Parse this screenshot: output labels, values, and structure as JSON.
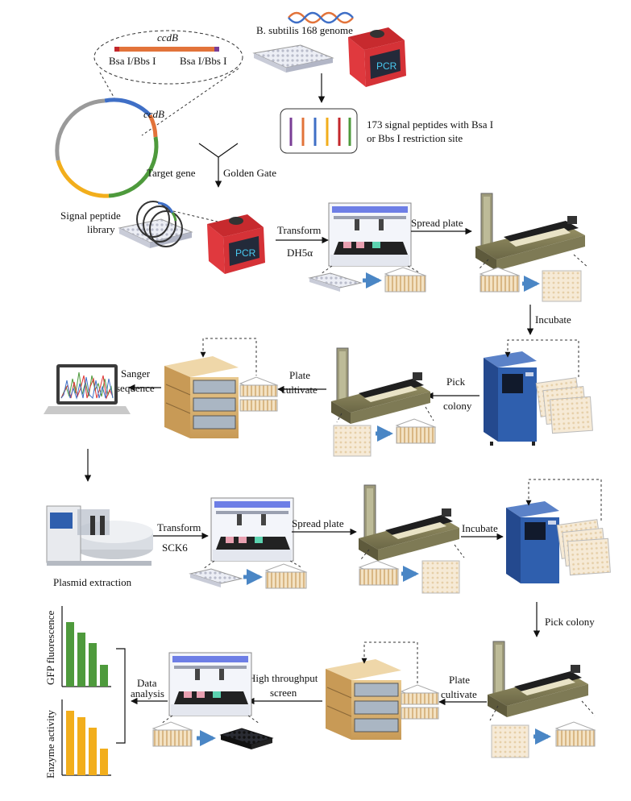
{
  "plasmid": {
    "ccdb_insert_label": "ccdB",
    "site_left": "Bsa I/Bbs I",
    "site_right": "Bsa I/Bbs I",
    "ccdb_plasmid_label": "ccdB",
    "target_gene": "Target gene"
  },
  "genome": "B. subtilis 168 genome",
  "pcr_label": "PCR",
  "signal_peptides": {
    "line1": "173 signal peptides with Bsa I",
    "line2": "or Bbs I restriction site"
  },
  "golden_gate": "Golden Gate",
  "library": {
    "line1": "Signal peptide",
    "line2": "library"
  },
  "transform1": {
    "line1": "Transform",
    "line2": "DH5α"
  },
  "spread_plate_1": "Spread plate",
  "incubate_1": "Incubate",
  "pick_colony_1": {
    "line1": "Pick",
    "line2": "colony"
  },
  "plate_cultivate_1": {
    "line1": "Plate",
    "line2": "cultivate"
  },
  "sanger": {
    "line1": "Sanger",
    "line2": "sequence"
  },
  "transform2": {
    "line1": "Transform",
    "line2": "SCK6"
  },
  "plasmid_extraction": "Plasmid extraction",
  "spread_plate_2": "Spread plate",
  "incubate_2": "Incubate",
  "pick_colony_2": "Pick colony",
  "plate_cultivate_2": {
    "line1": "Plate",
    "line2": "cultivate"
  },
  "hts": {
    "line1": "High throughput",
    "line2": "screen"
  },
  "data_analysis": {
    "line1": "Data",
    "line2": "analysis"
  },
  "y_axis_labels": {
    "top": "GFP fluorescence",
    "bottom": "Enzyme activity"
  },
  "colors": {
    "green": "#4e9a3c",
    "orange": "#f2ae1c",
    "arrow_blue": "#4a86c5",
    "pcr_red": "#e0393e",
    "incubator_blue": "#2f5fae"
  }
}
